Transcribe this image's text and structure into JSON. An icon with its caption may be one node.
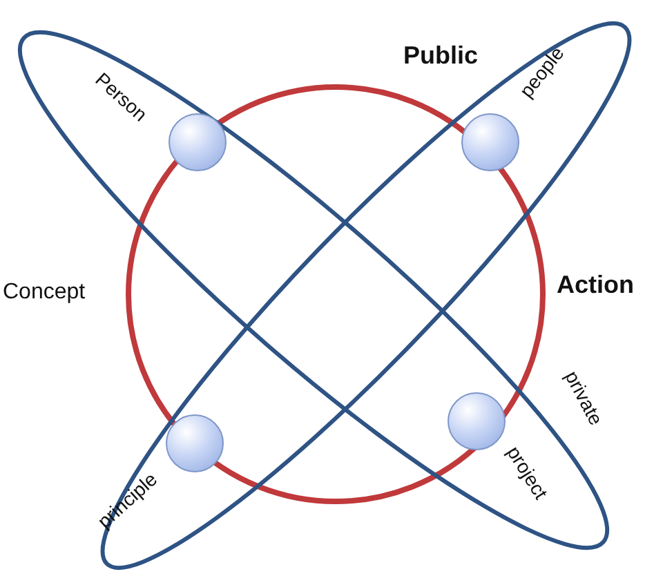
{
  "diagram": {
    "nodes": [
      {
        "text": [],
        "shape": "circle",
        "beside": [
          "Person"
        ]
      },
      {
        "text": [],
        "shape": "circle",
        "beside": [
          "people"
        ]
      },
      {
        "text": [],
        "shape": "circle",
        "beside": [
          "principle"
        ]
      },
      {
        "text": [],
        "shape": "circle",
        "beside": [
          "project"
        ]
      }
    ],
    "labels": [
      "Public",
      "Concept",
      "Action",
      "private"
    ]
  }
}
